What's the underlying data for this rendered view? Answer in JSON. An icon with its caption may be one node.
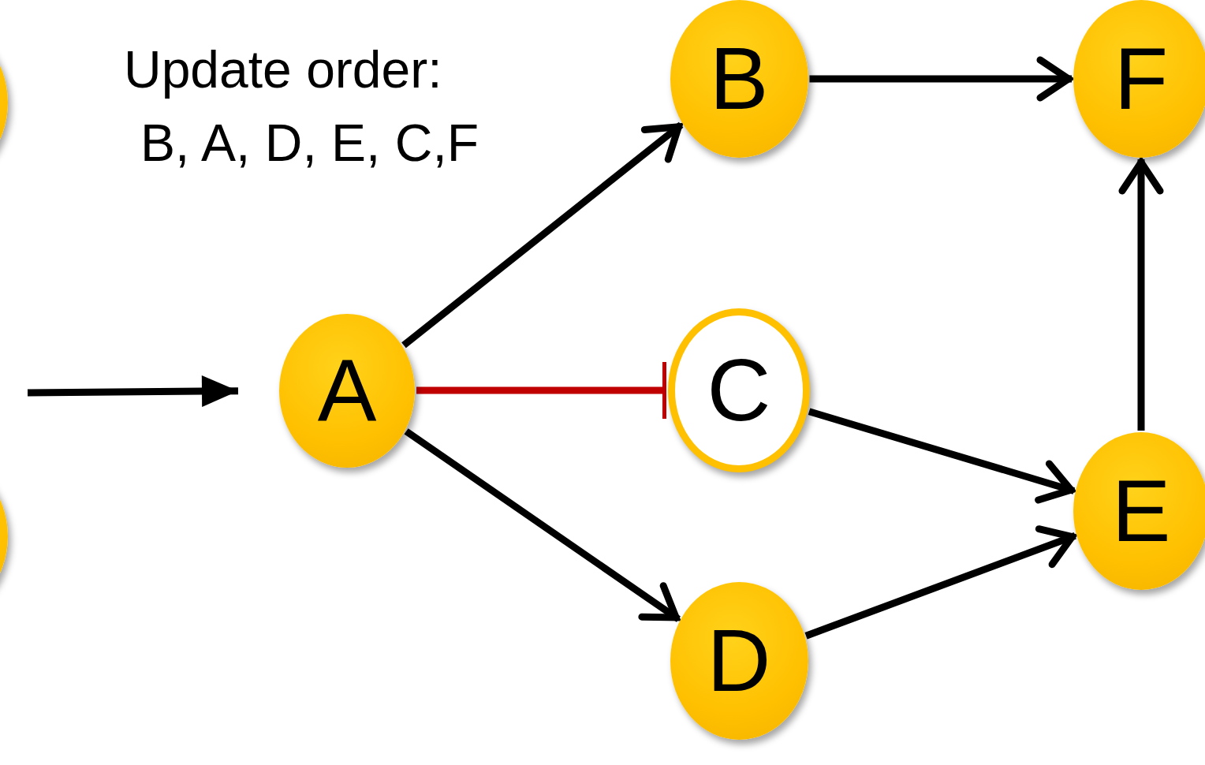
{
  "diagram": {
    "nodes": [
      {
        "text": [],
        "shape": "circle"
      },
      {
        "text": [],
        "shape": "circle"
      },
      {
        "text": [
          "A"
        ]
      },
      {
        "text": [
          "B"
        ]
      },
      {
        "text": [
          "C"
        ]
      },
      {
        "text": [
          "D"
        ]
      },
      {
        "text": [
          "E"
        ]
      },
      {
        "text": [
          "F"
        ]
      }
    ],
    "edges": [
      {
        "from": null,
        "to": 2,
        "arrow": "to"
      },
      {
        "from": 2,
        "to": 3,
        "arrow": "to"
      },
      {
        "from": 2,
        "to": 4,
        "arrow": "other",
        "color": "#c00000"
      },
      {
        "from": 2,
        "to": 5,
        "arrow": "to"
      },
      {
        "from": 3,
        "to": 7,
        "arrow": "to"
      },
      {
        "from": 4,
        "to": 6,
        "arrow": "to"
      },
      {
        "from": 5,
        "to": 6,
        "arrow": "to"
      },
      {
        "from": 6,
        "to": 7,
        "arrow": "to"
      }
    ],
    "labels": [
      "Update order:",
      "B, A, D, E, C,F"
    ]
  }
}
